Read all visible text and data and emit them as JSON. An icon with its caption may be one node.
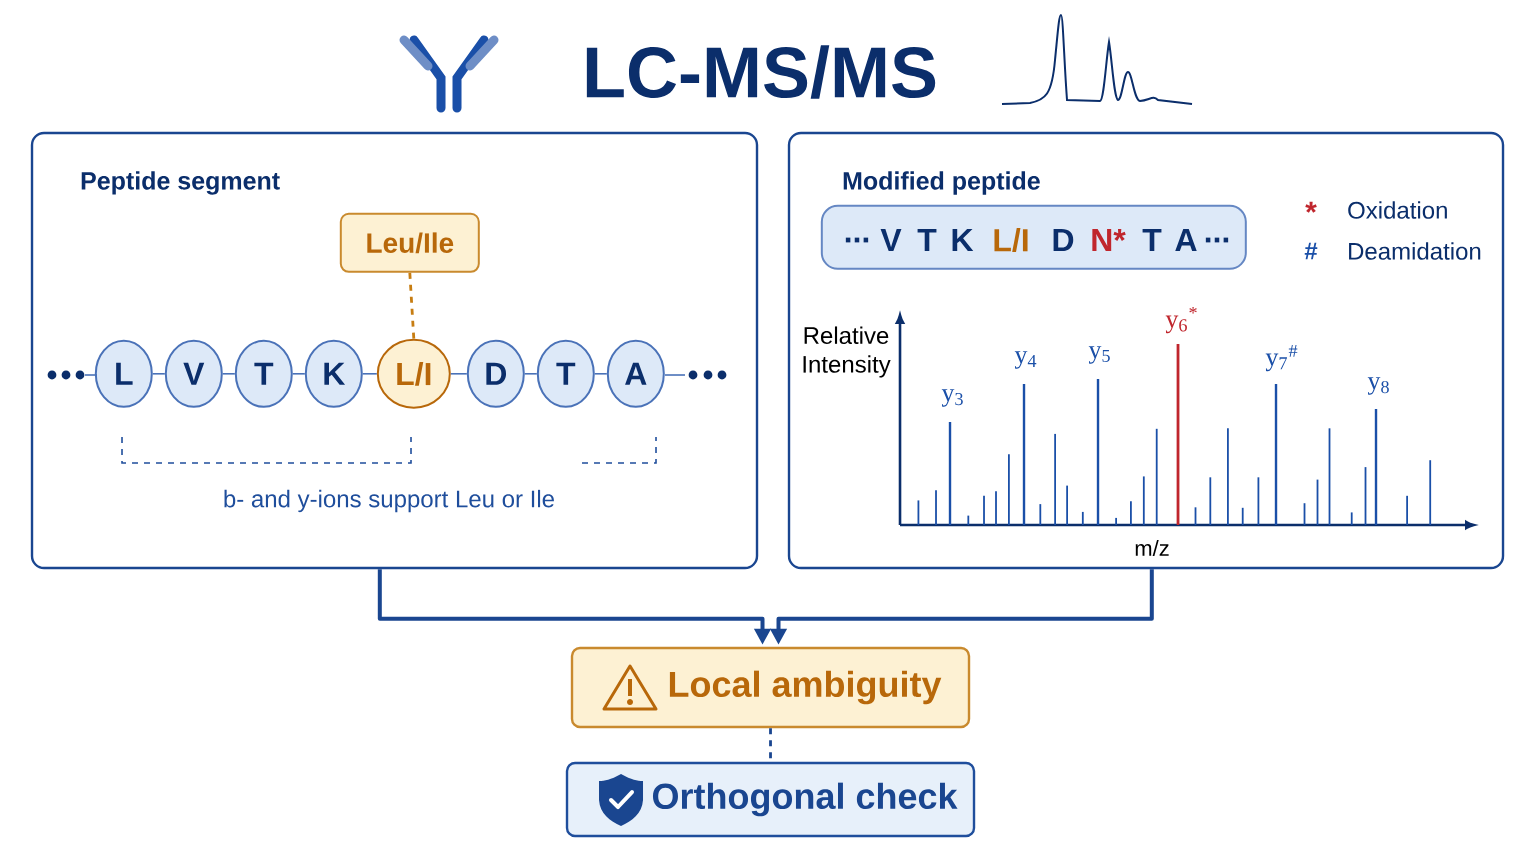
{
  "diagram": {
    "title": "LC-MS/MS",
    "nodes": [
      {
        "text": [
          "Peptide segment"
        ]
      },
      {
        "text": [
          "Leu/Ile"
        ],
        "in": 0
      },
      {
        "text": [
          "L"
        ],
        "in": 0
      },
      {
        "text": [
          "V"
        ],
        "in": 0
      },
      {
        "text": [
          "T"
        ],
        "in": 0
      },
      {
        "text": [
          "K"
        ],
        "in": 0
      },
      {
        "text": [
          "L/I"
        ],
        "in": 0
      },
      {
        "text": [
          "D"
        ],
        "in": 0
      },
      {
        "text": [
          "T"
        ],
        "in": 0
      },
      {
        "text": [
          "A"
        ],
        "in": 0
      },
      {
        "text": [
          "Modified peptide"
        ]
      },
      {
        "text": [
          "...",
          "V",
          "T",
          "K",
          "L/I",
          "D",
          "N*",
          "T",
          "A",
          "..."
        ],
        "in": 10
      },
      {
        "text": [
          "Local ambiguity"
        ]
      },
      {
        "text": [
          "Orthogonal check"
        ]
      }
    ],
    "edges": [
      {
        "from": 1,
        "to": 6,
        "arrow": "none",
        "style": "dashed",
        "color": "#c77d12"
      },
      {
        "from": 2,
        "to": 3,
        "arrow": "none"
      },
      {
        "from": 3,
        "to": 4,
        "arrow": "none"
      },
      {
        "from": 4,
        "to": 5,
        "arrow": "none"
      },
      {
        "from": 5,
        "to": 6,
        "arrow": "none"
      },
      {
        "from": 6,
        "to": 7,
        "arrow": "none"
      },
      {
        "from": 7,
        "to": 8,
        "arrow": "none"
      },
      {
        "from": 8,
        "to": 9,
        "arrow": "none"
      },
      {
        "from": 0,
        "to": 12,
        "arrow": "to",
        "style": "thick"
      },
      {
        "from": 10,
        "to": 12,
        "arrow": "to",
        "style": "thick"
      },
      {
        "from": 12,
        "to": 13,
        "arrow": "none",
        "style": "dashed"
      }
    ],
    "labels": [
      "b- and y-ions support Leu or Ile",
      "*",
      "#",
      "Relative Intensity",
      "y$_{6}$$^{*}$",
      "y$_{4}$",
      "y$_{5}$",
      "y$_{7}$$^{#}$",
      "y$_{3}$",
      "y$_{8}$",
      "m/z"
    ],
    "legend": [
      {
        "text": "Oxidation"
      },
      {
        "text": "Deamidation"
      }
    ]
  }
}
